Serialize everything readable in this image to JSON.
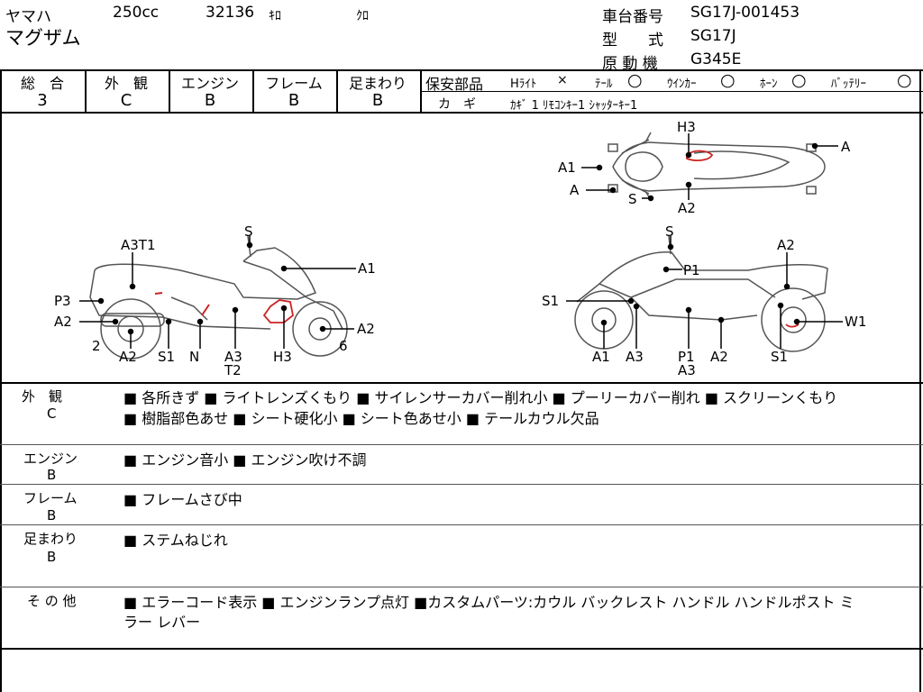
{
  "header": {
    "maker": "ヤマハ",
    "displacement": "250cc",
    "mileage": "32136",
    "mileage_unit": "ｷﾛ",
    "color": "ｸﾛ",
    "model_name": "マグザム",
    "frame_no_label": "車台番号",
    "frame_no": "SG17J-001453",
    "model_code_label": "型　　式",
    "model_code": "SG17J",
    "engine_no_label": "原 動 機",
    "engine_no": "G345E"
  },
  "grades": [
    {
      "label": "総　合",
      "value": "3"
    },
    {
      "label": "外　観",
      "value": "C"
    },
    {
      "label": "エンジン",
      "value": "B"
    },
    {
      "label": "フレーム",
      "value": "B"
    },
    {
      "label": "足まわり",
      "value": "B"
    }
  ],
  "safety": {
    "label": "保安部品",
    "items": [
      {
        "name": "Hﾗｲﾄ",
        "mark": "×"
      },
      {
        "name": "ﾃｰﾙ",
        "mark": "○"
      },
      {
        "name": "ｳｲﾝｶｰ",
        "mark": "○"
      },
      {
        "name": "ﾎｰﾝ",
        "mark": "○"
      },
      {
        "name": "ﾊﾞｯﾃﾘｰ",
        "mark": "○"
      }
    ],
    "key_label": "カ　ギ",
    "key_text": "ｶｷﾞ 1 ﾘﾓｺﾝｷｰ1 ｼｬｯﾀｰｷｰ1"
  },
  "diagram_labels": {
    "top": {
      "h3": "H3",
      "a_right": "A",
      "a1": "A1",
      "a_left": "A",
      "s": "S",
      "a2": "A2"
    },
    "left": {
      "s": "S",
      "a3t1": "A3T1",
      "a1": "A1",
      "p3": "P3",
      "a2_left": "A2",
      "a2_right": "A2",
      "n2": "2",
      "n6": "6",
      "b_a2": "A2",
      "b_s1": "S1",
      "b_n": "N",
      "b_a3": "A3",
      "b_t2": "T2",
      "b_h3": "H3"
    },
    "right": {
      "s": "S",
      "a2_top": "A2",
      "p1": "P1",
      "s1": "S1",
      "w1": "W1",
      "b_a1": "A1",
      "b_a3": "A3",
      "b_p1": "P1",
      "b_a3b": "A3",
      "b_a2": "A2",
      "b_s1": "S1"
    }
  },
  "notes": [
    {
      "label": "外　観",
      "grade": "C",
      "lines": [
        "■ 各所きず ■ ライトレンズくもり ■ サイレンサーカバー削れ小 ■ プーリーカバー削れ ■ スクリーンくもり",
        "■ 樹脂部色あせ ■ シート硬化小 ■ シート色あせ小 ■ テールカウル欠品"
      ]
    },
    {
      "label": "エンジン",
      "grade": "B",
      "lines": [
        "■ エンジン音小 ■ エンジン吹け不調"
      ]
    },
    {
      "label": "フレーム",
      "grade": "B",
      "lines": [
        "■ フレームさび中"
      ]
    },
    {
      "label": "足まわり",
      "grade": "B",
      "lines": [
        "■ ステムねじれ"
      ]
    },
    {
      "label": "そ の 他",
      "grade": "",
      "lines": [
        "■ エラーコード表示 ■ エンジンランプ点灯 ■カスタムパーツ:カウル バックレスト ハンドル ハンドルポスト ミ",
        "ラー レバー"
      ]
    }
  ],
  "colors": {
    "damage_mark": "#cc2222",
    "line": "#000000",
    "sketch": "#555555"
  }
}
